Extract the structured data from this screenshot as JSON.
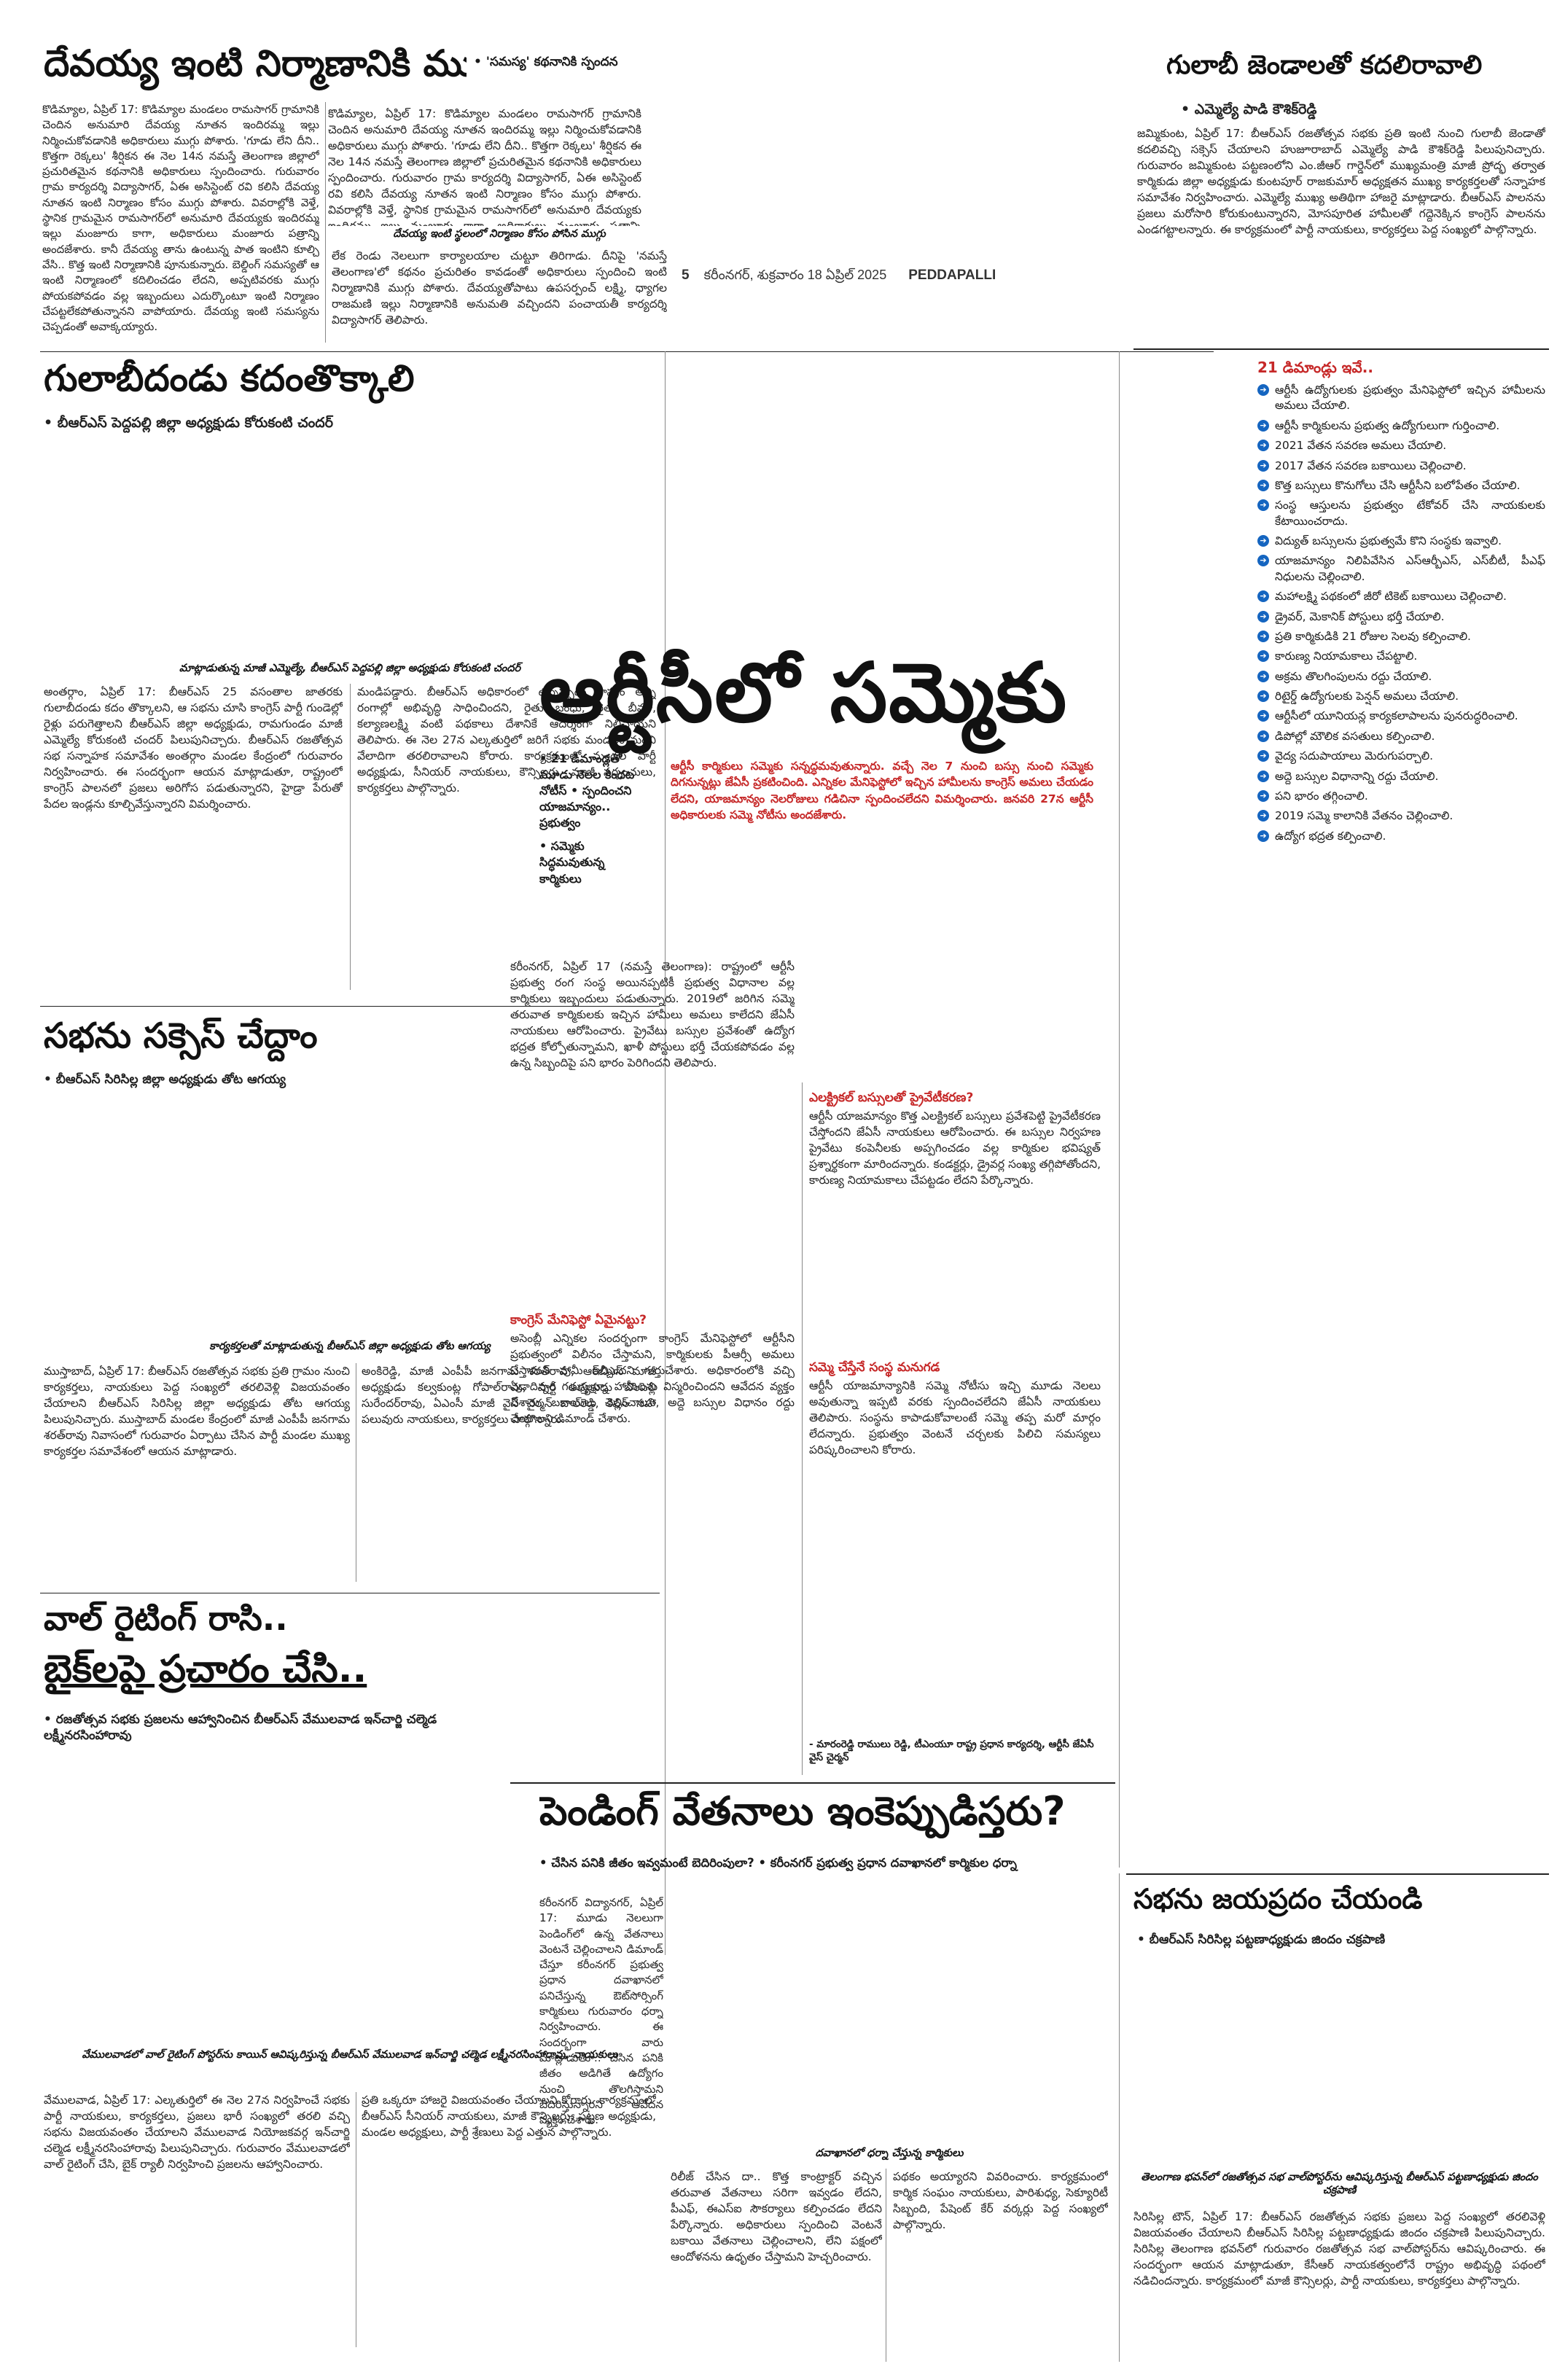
{
  "folio": {
    "page_number": "5",
    "dateline": "కరీంనగర్, శుక్రవారం 18 ఏప్రిల్ 2025",
    "edition": "PEDDAPALLI"
  },
  "story1": {
    "headline": "దేవయ్య ఇంటి నిర్మాణానికి ముగ్గు",
    "subhead": "'సమస్య' కథనానికి స్పందన",
    "photo_caption": "దేవయ్య ఇంటి స్థలంలో నిర్మాణం కోసం పోసిన ముగ్గు",
    "body_left": "కొడిమ్యాల, ఏప్రిల్ 17: కొడిమ్యాల మండలం రామసాగర్ గ్రామానికి చెందిన అనుమారి దేవయ్య నూతన ఇందిరమ్మ ఇల్లు నిర్మించుకోవడానికి అధికారులు ముగ్గు పోశారు. 'గూడు లేని దీని.. కొత్తగా రెక్కలు' శీర్షికన ఈ నెల 14న నమస్తే తెలంగాణ జిల్లాలో ప్రచురితమైన కథనానికి అధికారులు స్పందించారు. గురువారం గ్రామ కార్యదర్శి విద్యాసాగర్, ఏఈ అసిస్టెంట్ రవి కలిసి దేవయ్య నూతన ఇంటి నిర్మాణం కోసం ముగ్గు పోశారు. వివరాల్లోకి వెళ్తే, స్థానిక గ్రామమైన రామసాగర్‌లో అనుమారి దేవయ్యకు ఇందిరమ్మ ఇల్లు మంజూరు కాగా, అధికారులు మంజూరు పత్రాన్ని అందజేశారు. కానీ దేవయ్య తాను ఉంటున్న పాత ఇంటిని కూల్చి వేసి.. కొత్త ఇంటి నిర్మాణానికి పూనుకున్నారు. బెల్డింగ్ సమస్యతో ఆ ఇంటి నిర్మాణంలో కదిలించడం లేదని, అప్పటివరకు ముగ్గు పోయకపోవడం వల్ల ఇబ్బందులు ఎదుర్కొంటూ ఇంటి నిర్మాణం చేపట్టలేకపోతున్నానని వాపోయారు. దేవయ్య ఇంటి సమస్యను చెప్పడంతో అవాక్కయ్యారు.",
    "body_right": "లేక రెండు నెలలుగా కార్యాలయాల చుట్టూ తిరిగాడు. దీనిపై 'నమస్తే తెలంగాణ'లో కథనం ప్రచురితం కావడంతో అధికారులు స్పందించి ఇంటి నిర్మాణానికి ముగ్గు పోశారు. దేవయ్యతోపాటు ఉపసర్పంచ్ లక్ష్మి, ధ్యాగల రాజమణి ఇల్లు నిర్మాణానికి అనుమతి వచ్చిందని పంచాయతీ కార్యదర్శి విద్యాసాగర్ తెలిపారు."
  },
  "story2": {
    "headline": "గులాబీ జెండాలతో కదలిరావాలి",
    "subhead": "ఎమ్మెల్యే పాడి కౌశిక్‌రెడ్డి",
    "body": "జమ్మికుంట, ఏప్రిల్ 17: బీఆర్ఎస్ రజతోత్సవ సభకు ప్రతి ఇంటి నుంచి గులాబీ జెండాతో కదలివచ్చి సక్సెస్ చేయాలని హుజూరాబాద్ ఎమ్మెల్యే పాడి కౌశిక్‌రెడ్డి పిలుపునిచ్చారు. గురువారం జమ్మికుంట పట్టణంలోని ఎం.జీఆర్ గార్డెన్‌లో ముఖ్యమంత్రి మాజీ ప్రోద్భ తర్వాత కార్మికుడు జిల్లా అధ్యక్షుడు కుంటపూర్ రాజకుమార్ అధ్యక్షతన ముఖ్య కార్యకర్తలతో సన్నాహక సమావేశం నిర్వహించారు. ఎమ్మెల్యే ముఖ్య అతిథిగా హాజరై మాట్లాడారు. బీఆర్ఎస్ పాలనను ప్రజలు మరోసారి కోరుకుంటున్నారని, మోసపూరిత హామీలతో గద్దెనెక్కిన కాంగ్రెస్ పాలనను ఎండగట్టాలన్నారు. ఈ కార్యక్రమంలో పార్టీ నాయకులు, కార్యకర్తలు పెద్ద సంఖ్యలో పాల్గొన్నారు."
  },
  "story3": {
    "headline": "గులాబీదండు కదంతొక్కాలి",
    "subhead": "బీఆర్ఎస్ పెద్దపల్లి జిల్లా అధ్యక్షుడు కోరుకంటి చందర్",
    "photo_caption": "మాట్లాడుతున్న మాజీ ఎమ్మెల్యే, బీఆర్ఎస్ పెద్దపల్లి జిల్లా అధ్యక్షుడు కోరుకంటి చందర్",
    "body_left": "అంతర్గాం, ఏప్రిల్ 17: బీఆర్ఎస్ 25 వసంతాల జాతరకు గులాబీదండు కదం తొక్కాలని, ఆ సభను చూసి కాంగ్రెస్ పార్టీ గుండెల్లో రైళ్లు పరుగెత్తాలని బీఆర్ఎస్ జిల్లా అధ్యక్షుడు, రామగుండం మాజీ ఎమ్మెల్యే కోరుకంటి చందర్ పిలుపునిచ్చారు. బీఆర్ఎస్ రజతోత్సవ సభ సన్నాహక సమావేశం అంతర్గాం మండల కేంద్రంలో గురువారం నిర్వహించారు. ఈ సందర్భంగా ఆయన మాట్లాడుతూ, రాష్ట్రంలో కాంగ్రెస్ పాలనలో ప్రజలు అరిగోస పడుతున్నారని, హైడ్రా పేరుతో పేదల ఇండ్లను కూల్చివేస్తున్నారని విమర్శించారు.",
    "body_right": "మండిపడ్డారు. బీఆర్ఎస్ అధికారంలో ఉన్నప్పుడు రాష్ట్రం అన్ని రంగాల్లో అభివృద్ధి సాధించిందని, రైతు బంధు, రైతు బీమా, కల్యాణలక్ష్మి వంటి పథకాలు దేశానికే ఆదర్శంగా నిలిచాయని తెలిపారు. ఈ నెల 27న ఎల్కతుర్తిలో జరిగే సభకు మండలం నుంచి వేలాదిగా తరలిరావాలని కోరారు. కార్యక్రమంలో మండల పార్టీ అధ్యక్షుడు, సీనియర్ నాయకులు, కౌన్సిలర్లు, మాజీ సర్పంచులు, కార్యకర్తలు పాల్గొన్నారు."
  },
  "story4": {
    "headline": "సభను సక్సెస్ చేద్దాం",
    "subhead": "బీఆర్ఎస్ సిరిసిల్ల జిల్లా అధ్యక్షుడు తోట ఆగయ్య",
    "photo_caption": "కార్యకర్తలతో మాట్లాడుతున్న బీఆర్ఎస్ జిల్లా అధ్యక్షుడు తోట ఆగయ్య",
    "body_left": "ముస్తాబాద్, ఏప్రిల్ 17: బీఆర్ఎస్ రజతోత్సవ సభకు ప్రతి గ్రామం నుంచి కార్యకర్తలు, నాయకులు పెద్ద సంఖ్యలో తరలివెళ్లి విజయవంతం చేయాలని బీఆర్ఎస్ సిరిసిల్ల జిల్లా అధ్యక్షుడు తోట ఆగయ్య పిలుపునిచ్చారు. ముస్తాబాద్ మండల కేంద్రంలో మాజీ ఎంపీపీ జనగామ శరత్‌రావు నివాసంలో గురువారం ఏర్పాటు చేసిన పార్టీ మండల ముఖ్య కార్యకర్తల సమావేశంలో ఆయన మాట్లాడారు.",
    "body_right": "అంకిరెడ్డి, మాజీ ఎంపీపీ జనగామ శరత్‌రావు, ఆర్‌బీఎస్ మాజీ అధ్యక్షుడు కల్వకుంట్ల గోపాల్‌రావు, పార్టీ అధ్యక్షుడు బొంపెల్లి సురేందర్‌రావు, ఏఎంసీ మాజీ వైస్ చైర్మన్ బాల్‌రెడ్డి, కిషన్ సహా పలువురు నాయకులు, కార్యకర్తలు పాల్గొన్నారు."
  },
  "story5": {
    "headline_line1": "వాల్ రైటింగ్ రాసి..",
    "headline_line2": "బైక్‌లపై ప్రచారం చేసి..",
    "subhead": "రజతోత్సవ సభకు ప్రజలను ఆహ్వానించిన బీఆర్ఎస్ వేములవాడ ఇన్‌చార్జి చల్మెడ లక్ష్మీనరసింహారావు",
    "photo_caption": "వేములవాడలో వాల్ రైటింగ్ పోస్టర్‌ను కాయిన్ ఆవిష్కరిస్తున్న బీఆర్ఎస్ వేములవాడ ఇన్‌చార్జి చల్మెడ లక్ష్మీనరసింహారావు, నాయకులు",
    "body_left": "వేములవాడ, ఏప్రిల్ 17: ఎల్కతుర్తిలో ఈ నెల 27న నిర్వహించే సభకు పార్టీ నాయకులు, కార్యకర్తలు, ప్రజలు భారీ సంఖ్యలో తరలి వచ్చి సభను విజయవంతం చేయాలని వేములవాడ నియోజకవర్గ ఇన్‌చార్జి చల్మెడ లక్ష్మీనరసింహారావు పిలుపునిచ్చారు. గురువారం వేములవాడలో వాల్ రైటింగ్ చేసి, బైక్ ర్యాలీ నిర్వహించి ప్రజలను ఆహ్వానించారు.",
    "body_right": "ప్రతి ఒక్కరూ హాజరై విజయవంతం చేయాలని కోరారు. కార్యక్రమంలో బీఆర్ఎస్ సీనియర్ నాయకులు, మాజీ కౌన్సిలర్లు, పట్టణ అధ్యక్షుడు, మండల అధ్యక్షులు, పార్టీ శ్రేణులు పెద్ద ఎత్తున పాల్గొన్నారు."
  },
  "story6": {
    "headline": "ఆర్టీసీలో సమ్మెకు",
    "bullets": [
      "21 డిమాండ్లతో మూడు నెలల కిందట నోటీస్ • స్పందించని యాజమాన్యం.. ప్రభుత్వం",
      "సమ్మెకు సిద్ధమవుతున్న కార్మికులు"
    ],
    "red_box": "ఆర్టీసీ కార్మికులు సమ్మెకు సన్నద్ధమవుతున్నారు. వచ్చే నెల 7 నుంచి బస్సు నుంచి సమ్మెకు దిగనున్నట్లు జేఏసీ ప్రకటించింది. ఎన్నికల మేనిఫెస్టోలో ఇచ్చిన హామీలను కాంగ్రెస్ అమలు చేయడం లేదని, యాజమాన్యం నెలరోజులు గడిచినా స్పందించలేదని విమర్శించారు. జనవరి 27న ఆర్టీసీ అధికారులకు సమ్మె నోటీసు అందజేశారు.",
    "body_col1": "కరీంనగర్, ఏప్రిల్ 17 (నమస్తే తెలంగాణ): రాష్ట్రంలో ఆర్టీసీ ప్రభుత్వ రంగ సంస్థ అయినప్పటికీ ప్రభుత్వ విధానాల వల్ల కార్మికులు ఇబ్బందులు పడుతున్నారు. 2019లో జరిగిన సమ్మె తరువాత కార్మికులకు ఇచ్చిన హామీలు అమలు కాలేదని జేఏసీ నాయకులు ఆరోపించారు. ప్రైవేటు బస్సుల ప్రవేశంతో ఉద్యోగ భద్రత కోల్పోతున్నామని, ఖాళీ పోస్టులు భర్తీ చేయకపోవడం వల్ల ఉన్న సిబ్బందిపై పని భారం పెరిగిందని తెలిపారు.",
    "inline_head1": "కాంగ్రెస్ మేనిఫెస్టో ఏమైనట్టు?",
    "body_col1b": "అసెంబ్లీ ఎన్నికల సందర్భంగా కాంగ్రెస్ మేనిఫెస్టోలో ఆర్టీసీని ప్రభుత్వంలో విలీనం చేస్తామని, కార్మికులకు పీఆర్సీ అమలు చేస్తామని హామీ ఇచ్చిందని గుర్తుచేశారు. అధికారంలోకి వచ్చి ఏడాదిన్నర గడుస్తున్నా హామీలను విస్మరించిందని ఆవేదన వ్యక్తం చేశారు. బకాయిలు చెల్లించాలని, అద్దె బస్సుల విధానం రద్దు చేయాలని డిమాండ్ చేశారు.",
    "inline_head2": "ఎలక్ట్రికల్ బస్సులతో ప్రైవేటీకరణ?",
    "body_col2": "ఆర్టీసీ యాజమాన్యం కొత్త ఎలక్ట్రికల్ బస్సులు ప్రవేశపెట్టి ప్రైవేటీకరణ చేస్తోందని జేఏసీ నాయకులు ఆరోపించారు. ఈ బస్సుల నిర్వహణ ప్రైవేటు కంపెనీలకు అప్పగించడం వల్ల కార్మికుల భవిష్యత్ ప్రశ్నార్థకంగా మారిందన్నారు. కండక్టర్లు, డ్రైవర్ల సంఖ్య తగ్గిపోతోందని, కారుణ్య నియామకాలు చేపట్టడం లేదని పేర్కొన్నారు.",
    "inline_head3": "సమ్మె చేస్తేనే సంస్థ మనుగడ",
    "body_col2b": "ఆర్టీసీ యాజమాన్యానికి సమ్మె నోటీసు ఇచ్చి మూడు నెలలు అవుతున్నా ఇప్పటి వరకు స్పందించలేదని జేఏసీ నాయకులు తెలిపారు. సంస్థను కాపాడుకోవాలంటే సమ్మె తప్ప మరో మార్గం లేదన్నారు. ప్రభుత్వం వెంటనే చర్చలకు పిలిచి సమస్యలు పరిష్కరించాలని కోరారు.",
    "quote_attribution": "- మారంరెడ్డి రాములు రెడ్డి, టీఎంయూ రాష్ట్ర ప్రధాన కార్యదర్శి, ఆర్టీసీ జేఏసీ వైస్ చైర్మన్"
  },
  "sidebar": {
    "title": "21 డిమాండ్లు ఇవే..",
    "items": [
      "ఆర్టీసీ ఉద్యోగులకు ప్రభుత్వం మేనిఫెస్టోలో ఇచ్చిన హామీలను అమలు చేయాలి.",
      "ఆర్టీసీ కార్మికులను ప్రభుత్వ ఉద్యోగులుగా గుర్తించాలి.",
      "2021 వేతన సవరణ అమలు చేయాలి.",
      "2017 వేతన సవరణ బకాయిలు చెల్లించాలి.",
      "కొత్త బస్సులు కొనుగోలు చేసి ఆర్టీసీని బలోపేతం చేయాలి.",
      "సంస్థ ఆస్తులను ప్రభుత్వం టేకోవర్ చేసి నాయకులకు కేటాయించరాదు.",
      "విద్యుత్ బస్సులను ప్రభుత్వమే కొని సంస్థకు ఇవ్వాలి.",
      "యాజమాన్యం నిలిపివేసిన ఎస్ఆర్బీఎస్, ఎస్‌బీటీ, పీఎఫ్ నిధులను చెల్లించాలి.",
      "మహాలక్ష్మి పథకంలో జీరో టికెట్ బకాయిలు చెల్లించాలి.",
      "డ్రైవర్, మెకానిక్ పోస్టులు భర్తీ చేయాలి.",
      "ప్రతి కార్మికుడికి 21 రోజుల సెలవు కల్పించాలి.",
      "కారుణ్య నియామకాలు చేపట్టాలి.",
      "అక్రమ తొలగింపులను రద్దు చేయాలి.",
      "రిటైర్డ్ ఉద్యోగులకు పెన్షన్ అమలు చేయాలి.",
      "ఆర్టీసీలో యూనియన్ల కార్యకలాపాలను పునరుద్ధరించాలి.",
      "డిపోల్లో మౌలిక వసతులు కల్పించాలి.",
      "వైద్య సదుపాయాలు మెరుగుపర్చాలి.",
      "అద్దె బస్సుల విధానాన్ని రద్దు చేయాలి.",
      "పని భారం తగ్గించాలి.",
      "2019 సమ్మె కాలానికి వేతనం చెల్లించాలి.",
      "ఉద్యోగ భద్రత కల్పించాలి."
    ]
  },
  "story7": {
    "headline": "పెండింగ్ వేతనాలు ఇంకెప్పుడిస్తరు?",
    "subhead": "చేసిన పనికి జీతం ఇవ్వమంటే బెదిరింపులా? • కరీంనగర్ ప్రభుత్వ ప్రధాన దవాఖానలో కార్మికుల ధర్నా",
    "photo_caption": "దవాఖానలో ధర్నా చేస్తున్న కార్మికులు",
    "body_left": "కరీంనగర్ విద్యానగర్, ఏప్రిల్ 17: మూడు నెలలుగా పెండింగ్‌లో ఉన్న వేతనాలు వెంటనే చెల్లించాలని డిమాండ్ చేస్తూ కరీంనగర్ ప్రభుత్వ ప్రధాన దవాఖానలో పనిచేస్తున్న ఔట్‌సోర్సింగ్ కార్మికులు గురువారం ధర్నా నిర్వహించారు. ఈ సందర్భంగా వారు మాట్లాడుతూ.. చేసిన పనికి జీతం అడిగితే ఉద్యోగం నుంచి తొలగిస్తామని బెదిరిస్తున్నారని ఆవేదన వ్యక్తం చేశారు.",
    "body_mid": "రిలీజ్ చేసిన దా.. కొత్త కాంట్రాక్టర్ వచ్చిన తరువాత వేతనాలు సరిగా ఇవ్వడం లేదని, పీఎఫ్, ఈఎస్ఐ సౌకర్యాలు కల్పించడం లేదని పేర్కొన్నారు. అధికారులు స్పందించి వెంటనే బకాయి వేతనాలు చెల్లించాలని, లేని పక్షంలో ఆందోళనను ఉధృతం చేస్తామని హెచ్చరించారు.",
    "body_right": "పథకం అయ్యారని వివరించారు. కార్యక్రమంలో కార్మిక సంఘం నాయకులు, పారిశుధ్య, సెక్యూరిటీ సిబ్బంది, పేషెంట్ కేర్ వర్కర్లు పెద్ద సంఖ్యలో పాల్గొన్నారు."
  },
  "story8": {
    "headline": "సభను జయప్రదం చేయండి",
    "subhead": "బీఆర్ఎస్ సిరిసిల్ల పట్టణాధ్యక్షుడు జిందం చక్రపాణి",
    "photo_caption": "తెలంగాణ భవన్‌లో రజతోత్సవ సభ వాల్‌పోస్టర్‌ను ఆవిష్కరిస్తున్న బీఆర్ఎస్ పట్టణాధ్యక్షుడు జిందం చక్రపాణి",
    "body": "సిరిసిల్ల టౌన్, ఏప్రిల్ 17: బీఆర్ఎస్ రజతోత్సవ సభకు ప్రజలు పెద్ద సంఖ్యలో తరలివెళ్లి విజయవంతం చేయాలని బీఆర్ఎస్ సిరిసిల్ల పట్టణాధ్యక్షుడు జిందం చక్రపాణి పిలుపునిచ్చారు. సిరిసిల్ల తెలంగాణ భవన్‌లో గురువారం రజతోత్సవ సభ వాల్‌పోస్టర్‌ను ఆవిష్కరించారు. ఈ సందర్భంగా ఆయన మాట్లాడుతూ, కేసీఆర్ నాయకత్వంలోనే రాష్ట్రం అభివృద్ధి పథంలో నడిచిందన్నారు. కార్యక్రమంలో మాజీ కౌన్సిలర్లు, పార్టీ నాయకులు, కార్యకర్తలు పాల్గొన్నారు."
  }
}
